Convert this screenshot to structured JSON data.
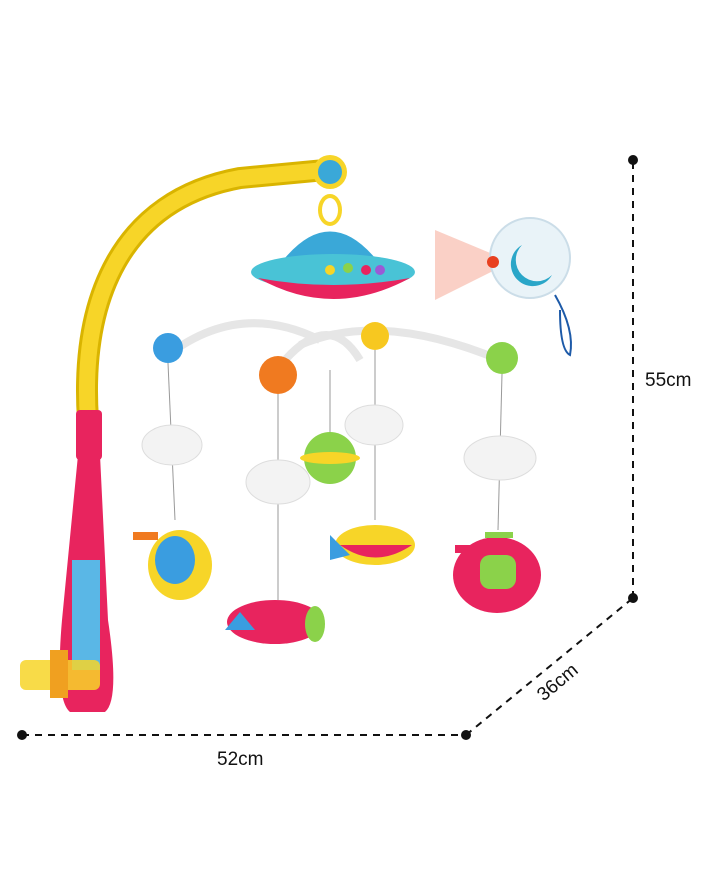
{
  "dimensions": {
    "width": "52cm",
    "depth": "36cm",
    "height": "55cm"
  },
  "colors": {
    "arm": "#f7d528",
    "base": "#e8245e",
    "ufo_top": "#3aa8d8",
    "ufo_bottom": "#e8245e",
    "cloud": "#f2f2f2",
    "remote": "#e9f3f8",
    "remote_moon": "#2aa6c8"
  }
}
